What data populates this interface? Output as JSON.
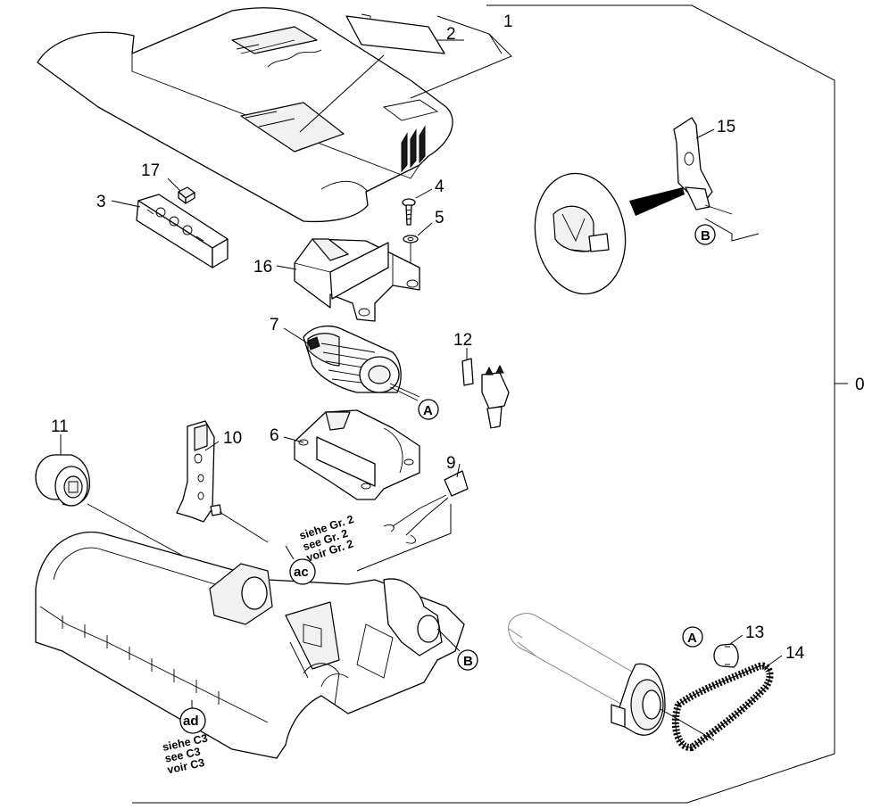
{
  "diagram": {
    "labels": {
      "l0": "0",
      "l1": "1",
      "l2": "2",
      "l3": "3",
      "l4": "4",
      "l5": "5",
      "l6": "6",
      "l7": "7",
      "l9": "9",
      "l10": "10",
      "l11": "11",
      "l12": "12",
      "l13": "13",
      "l14": "14",
      "l15": "15",
      "l16": "16",
      "l17": "17"
    },
    "markers": {
      "A1": "A",
      "A2": "A",
      "B1": "B",
      "B2": "B",
      "ac": "ac",
      "ad": "ad"
    },
    "notes": {
      "gr2_line1": "siehe Gr. 2",
      "gr2_line2": "see Gr. 2",
      "gr2_line3": "voir Gr. 2",
      "c3_line1": "siehe C3",
      "c3_line2": "see C3",
      "c3_line3": "voir C3"
    }
  }
}
